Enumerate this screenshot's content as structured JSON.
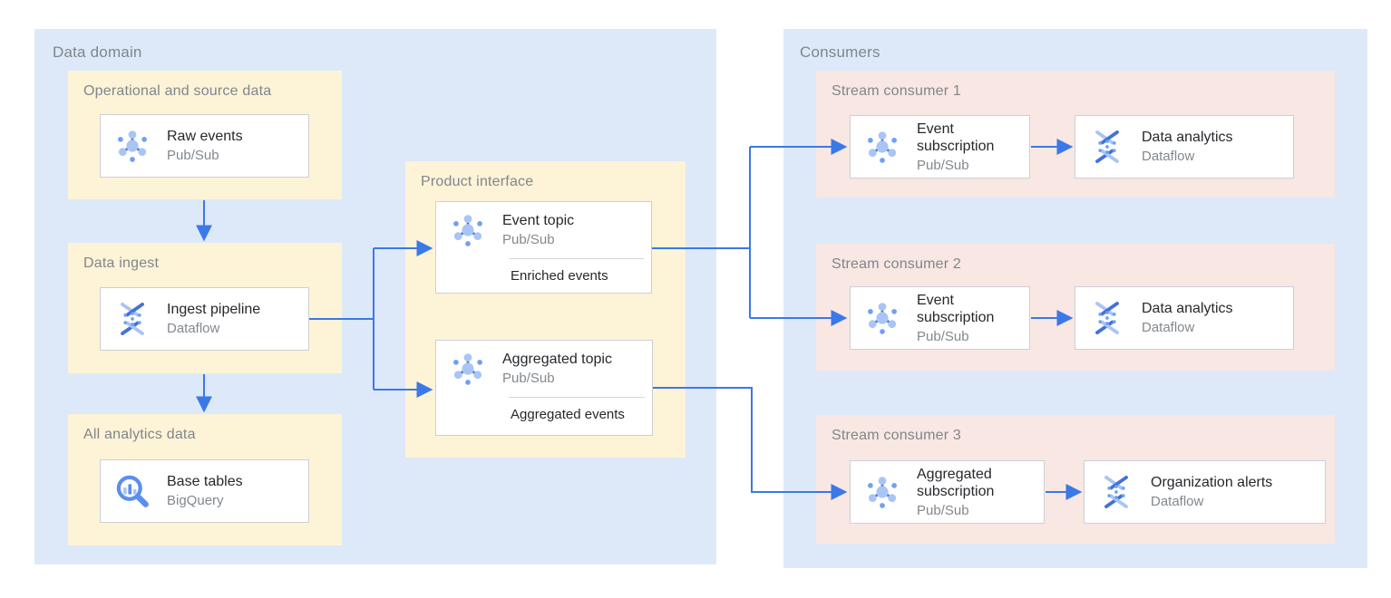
{
  "colors": {
    "region_bg": "#dde9f8",
    "group_yellow": "#fdf3d7",
    "group_pink": "#f8e7e2",
    "arrow_blue": "#3b78e8",
    "label_gray": "#80868b",
    "title_dark": "#25282c",
    "icon_blue_dark": "#4272d8",
    "icon_blue_light": "#a9c5f5"
  },
  "containers": {
    "data_domain": {
      "label": "Data domain"
    },
    "consumers": {
      "label": "Consumers"
    }
  },
  "groups": {
    "operational": {
      "label": "Operational and source data"
    },
    "data_ingest": {
      "label": "Data ingest"
    },
    "all_analytics": {
      "label": "All analytics data"
    },
    "product_interface": {
      "label": "Product interface"
    },
    "consumer1": {
      "label": "Stream consumer 1"
    },
    "consumer2": {
      "label": "Stream consumer 2"
    },
    "consumer3": {
      "label": "Stream consumer 3"
    }
  },
  "nodes": {
    "raw_events": {
      "title": "Raw events",
      "subtitle": "Pub/Sub",
      "icon": "pubsub-icon"
    },
    "ingest_pipeline": {
      "title": "Ingest pipeline",
      "subtitle": "Dataflow",
      "icon": "dataflow-icon"
    },
    "base_tables": {
      "title": "Base tables",
      "subtitle": "BigQuery",
      "icon": "bigquery-icon"
    },
    "event_topic": {
      "title": "Event topic",
      "subtitle": "Pub/Sub",
      "note": "Enriched events",
      "icon": "pubsub-icon"
    },
    "aggregated_topic": {
      "title": "Aggregated topic",
      "subtitle": "Pub/Sub",
      "note": "Aggregated events",
      "icon": "pubsub-icon"
    },
    "event_sub1": {
      "title": "Event subscription",
      "subtitle": "Pub/Sub",
      "icon": "pubsub-icon"
    },
    "analytics1": {
      "title": "Data analytics",
      "subtitle": "Dataflow",
      "icon": "dataflow-icon"
    },
    "event_sub2": {
      "title": "Event subscription",
      "subtitle": "Pub/Sub",
      "icon": "pubsub-icon"
    },
    "analytics2": {
      "title": "Data analytics",
      "subtitle": "Dataflow",
      "icon": "dataflow-icon"
    },
    "aggregated_sub": {
      "title": "Aggregated subscription",
      "subtitle": "Pub/Sub",
      "icon": "pubsub-icon"
    },
    "org_alerts": {
      "title": "Organization alerts",
      "subtitle": "Dataflow",
      "icon": "dataflow-icon"
    }
  }
}
